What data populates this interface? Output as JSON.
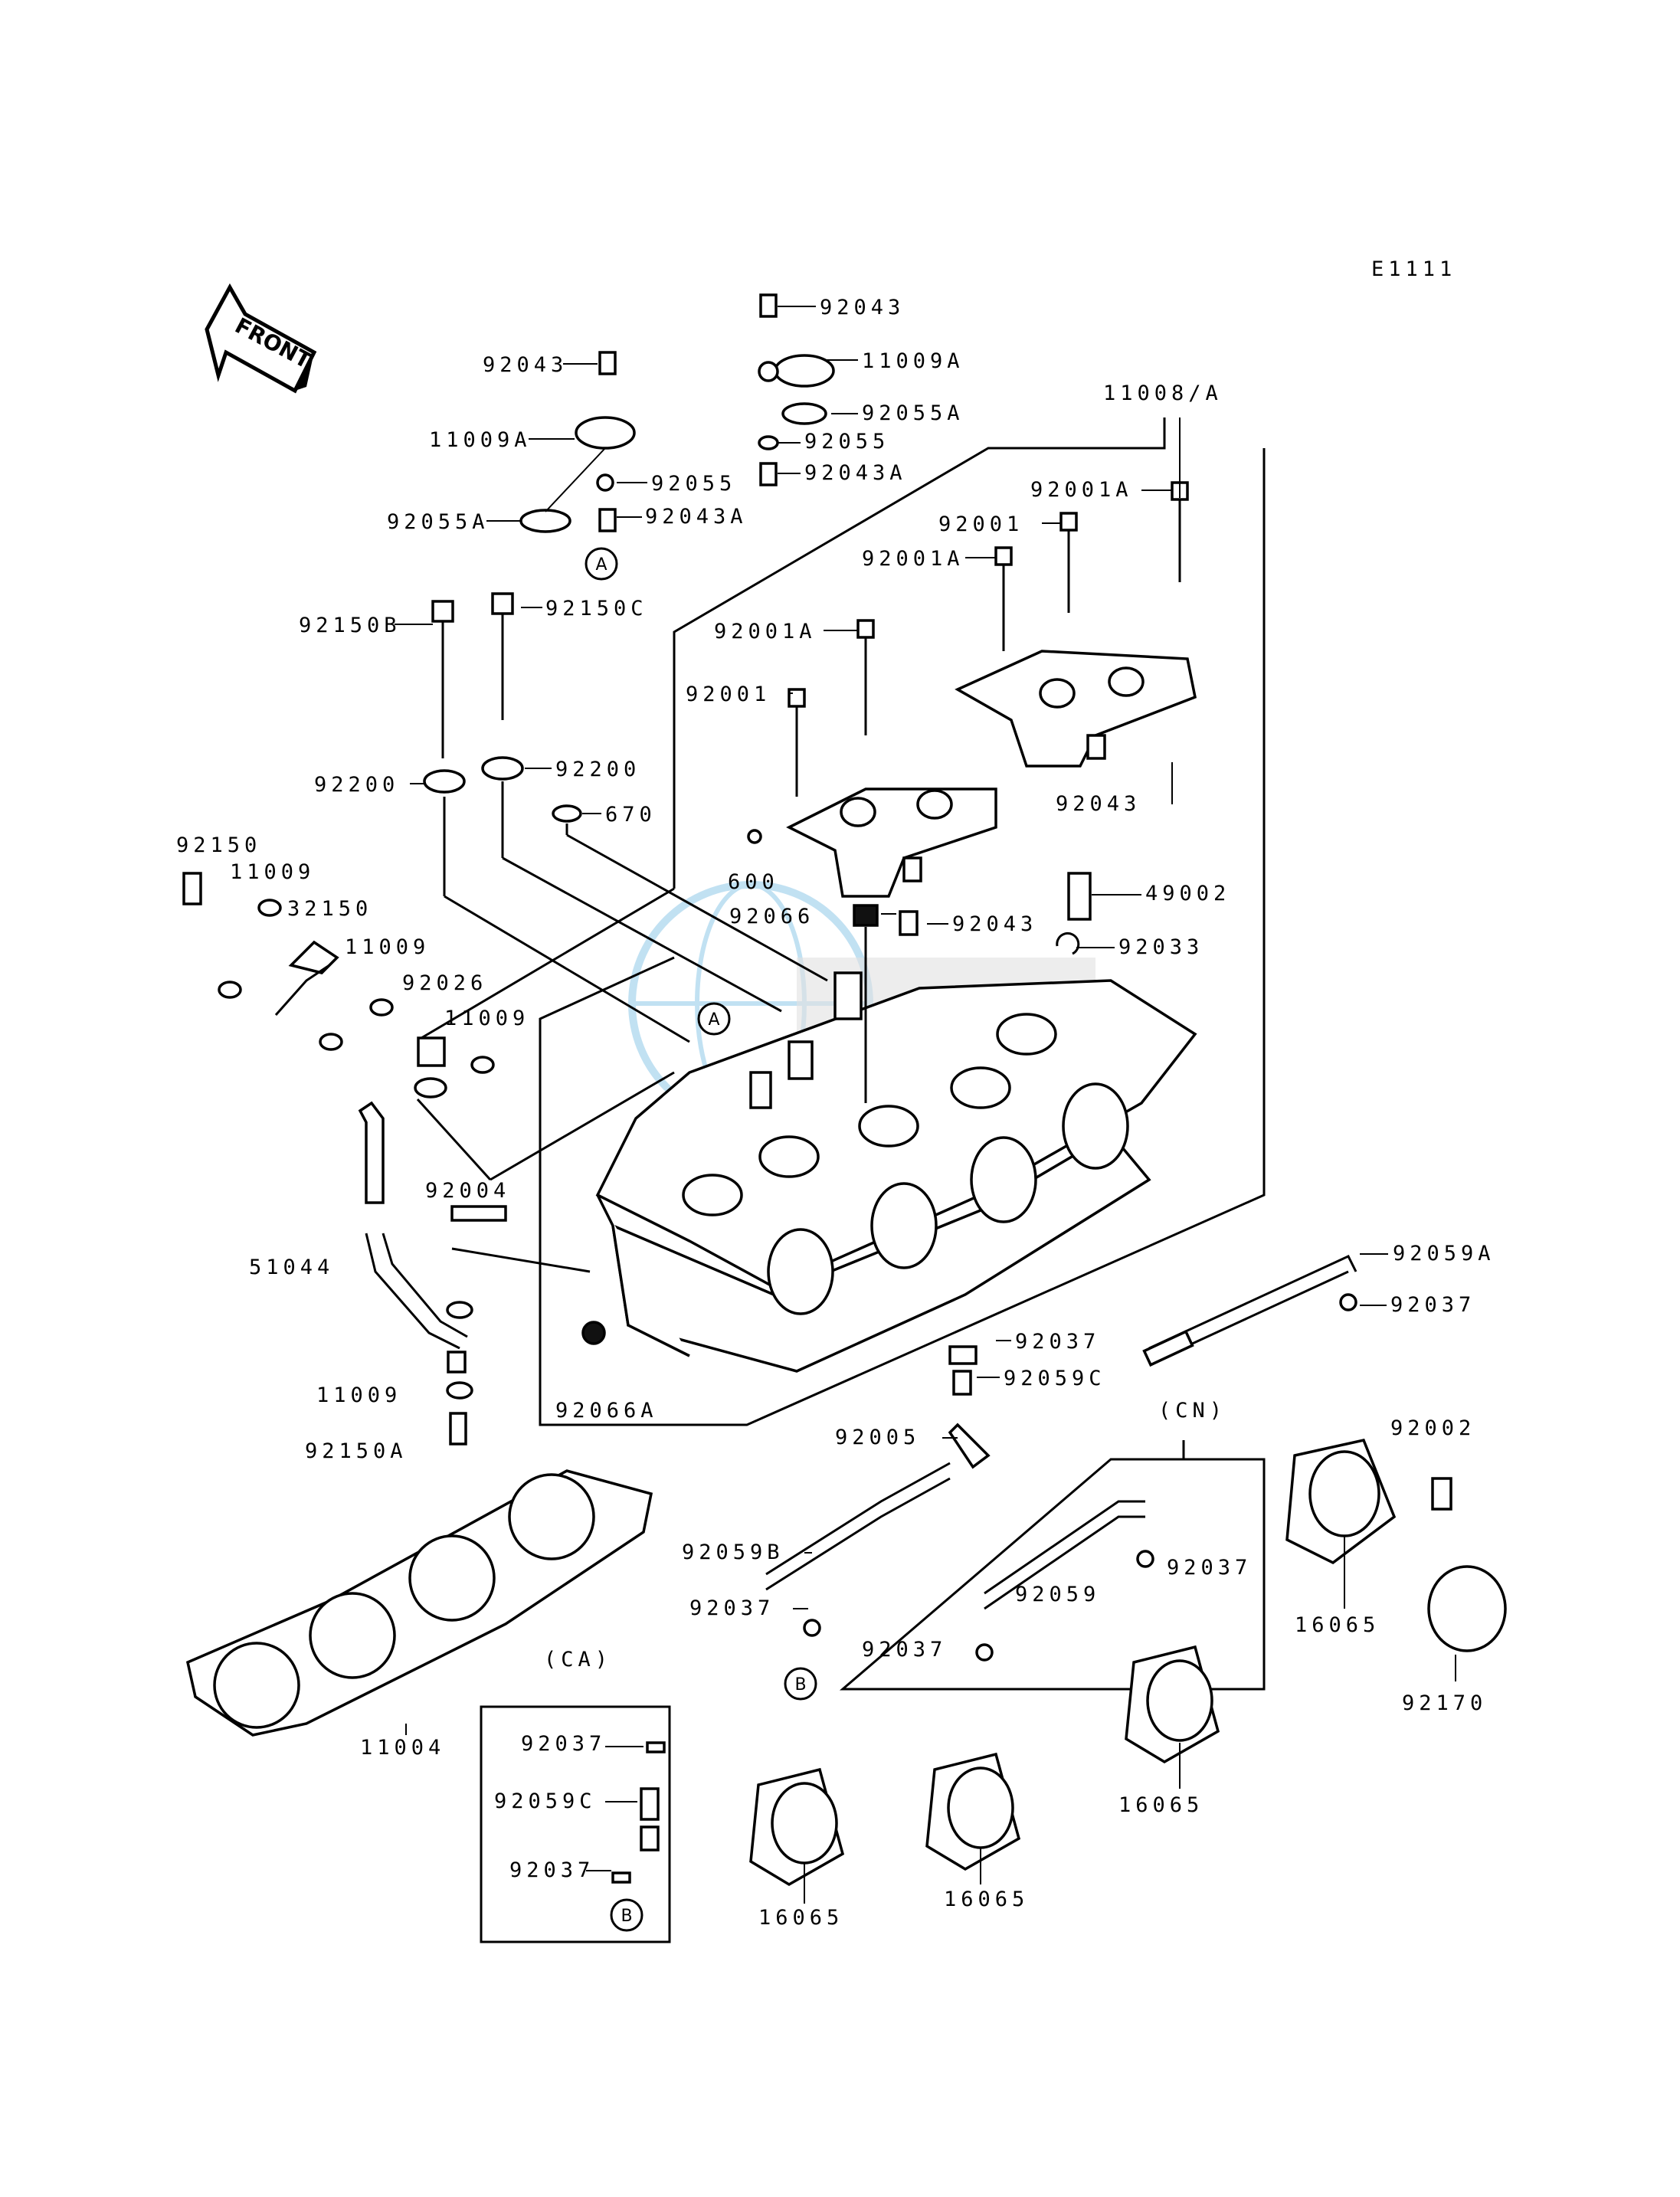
{
  "diagram_code": "E1111",
  "front_arrow": "FRONT",
  "group_labels": {
    "ca": "(CA)",
    "cn": "(CN)"
  },
  "ref_markers": {
    "a": "A",
    "b": "B"
  },
  "colors": {
    "ink": "#000000",
    "paper": "#ffffff",
    "watermark": "#8fc8e8"
  },
  "watermark_icon": "globe-logo-watermark",
  "parts": [
    "92043",
    "11009A",
    "92055A",
    "92055",
    "92043A",
    "92043",
    "11009A",
    "92055A",
    "92055",
    "92043A",
    "11008/A",
    "92001A",
    "92001",
    "92001A",
    "92001A",
    "92001",
    "92150B",
    "92150C",
    "92200",
    "92200",
    "670",
    "600",
    "92043",
    "92066",
    "92043",
    "49002",
    "92033",
    "92150",
    "11009",
    "32150",
    "11009",
    "92026",
    "11009",
    "92004",
    "51044",
    "11009",
    "92150A",
    "92066A",
    "92059A",
    "92037",
    "92037",
    "92059C",
    "92005",
    "92002",
    "92059B",
    "92037",
    "92059",
    "92037",
    "92037",
    "16065",
    "92170",
    "16065",
    "16065",
    "16065",
    "11004",
    "92037",
    "92059C",
    "92037"
  ]
}
